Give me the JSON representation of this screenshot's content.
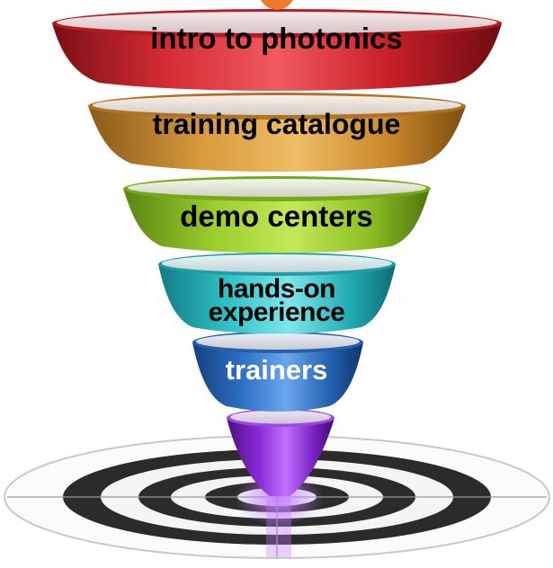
{
  "funnel": {
    "stages": [
      {
        "label": "intro to photonics",
        "color": "#c8202a"
      },
      {
        "label": "training catalogue",
        "color": "#c9892e"
      },
      {
        "label": "demo centers",
        "color": "#95c428"
      },
      {
        "label_line1": "hands-on",
        "label_line2": "experience",
        "color": "#2fc0c4"
      },
      {
        "label": "trainers",
        "color": "#2e6fc2"
      },
      {
        "label": "",
        "color": "#8a2ad6"
      }
    ]
  },
  "target": {
    "colors": {
      "dark": "#2a2a2a",
      "light": "#f4f4f4"
    }
  }
}
